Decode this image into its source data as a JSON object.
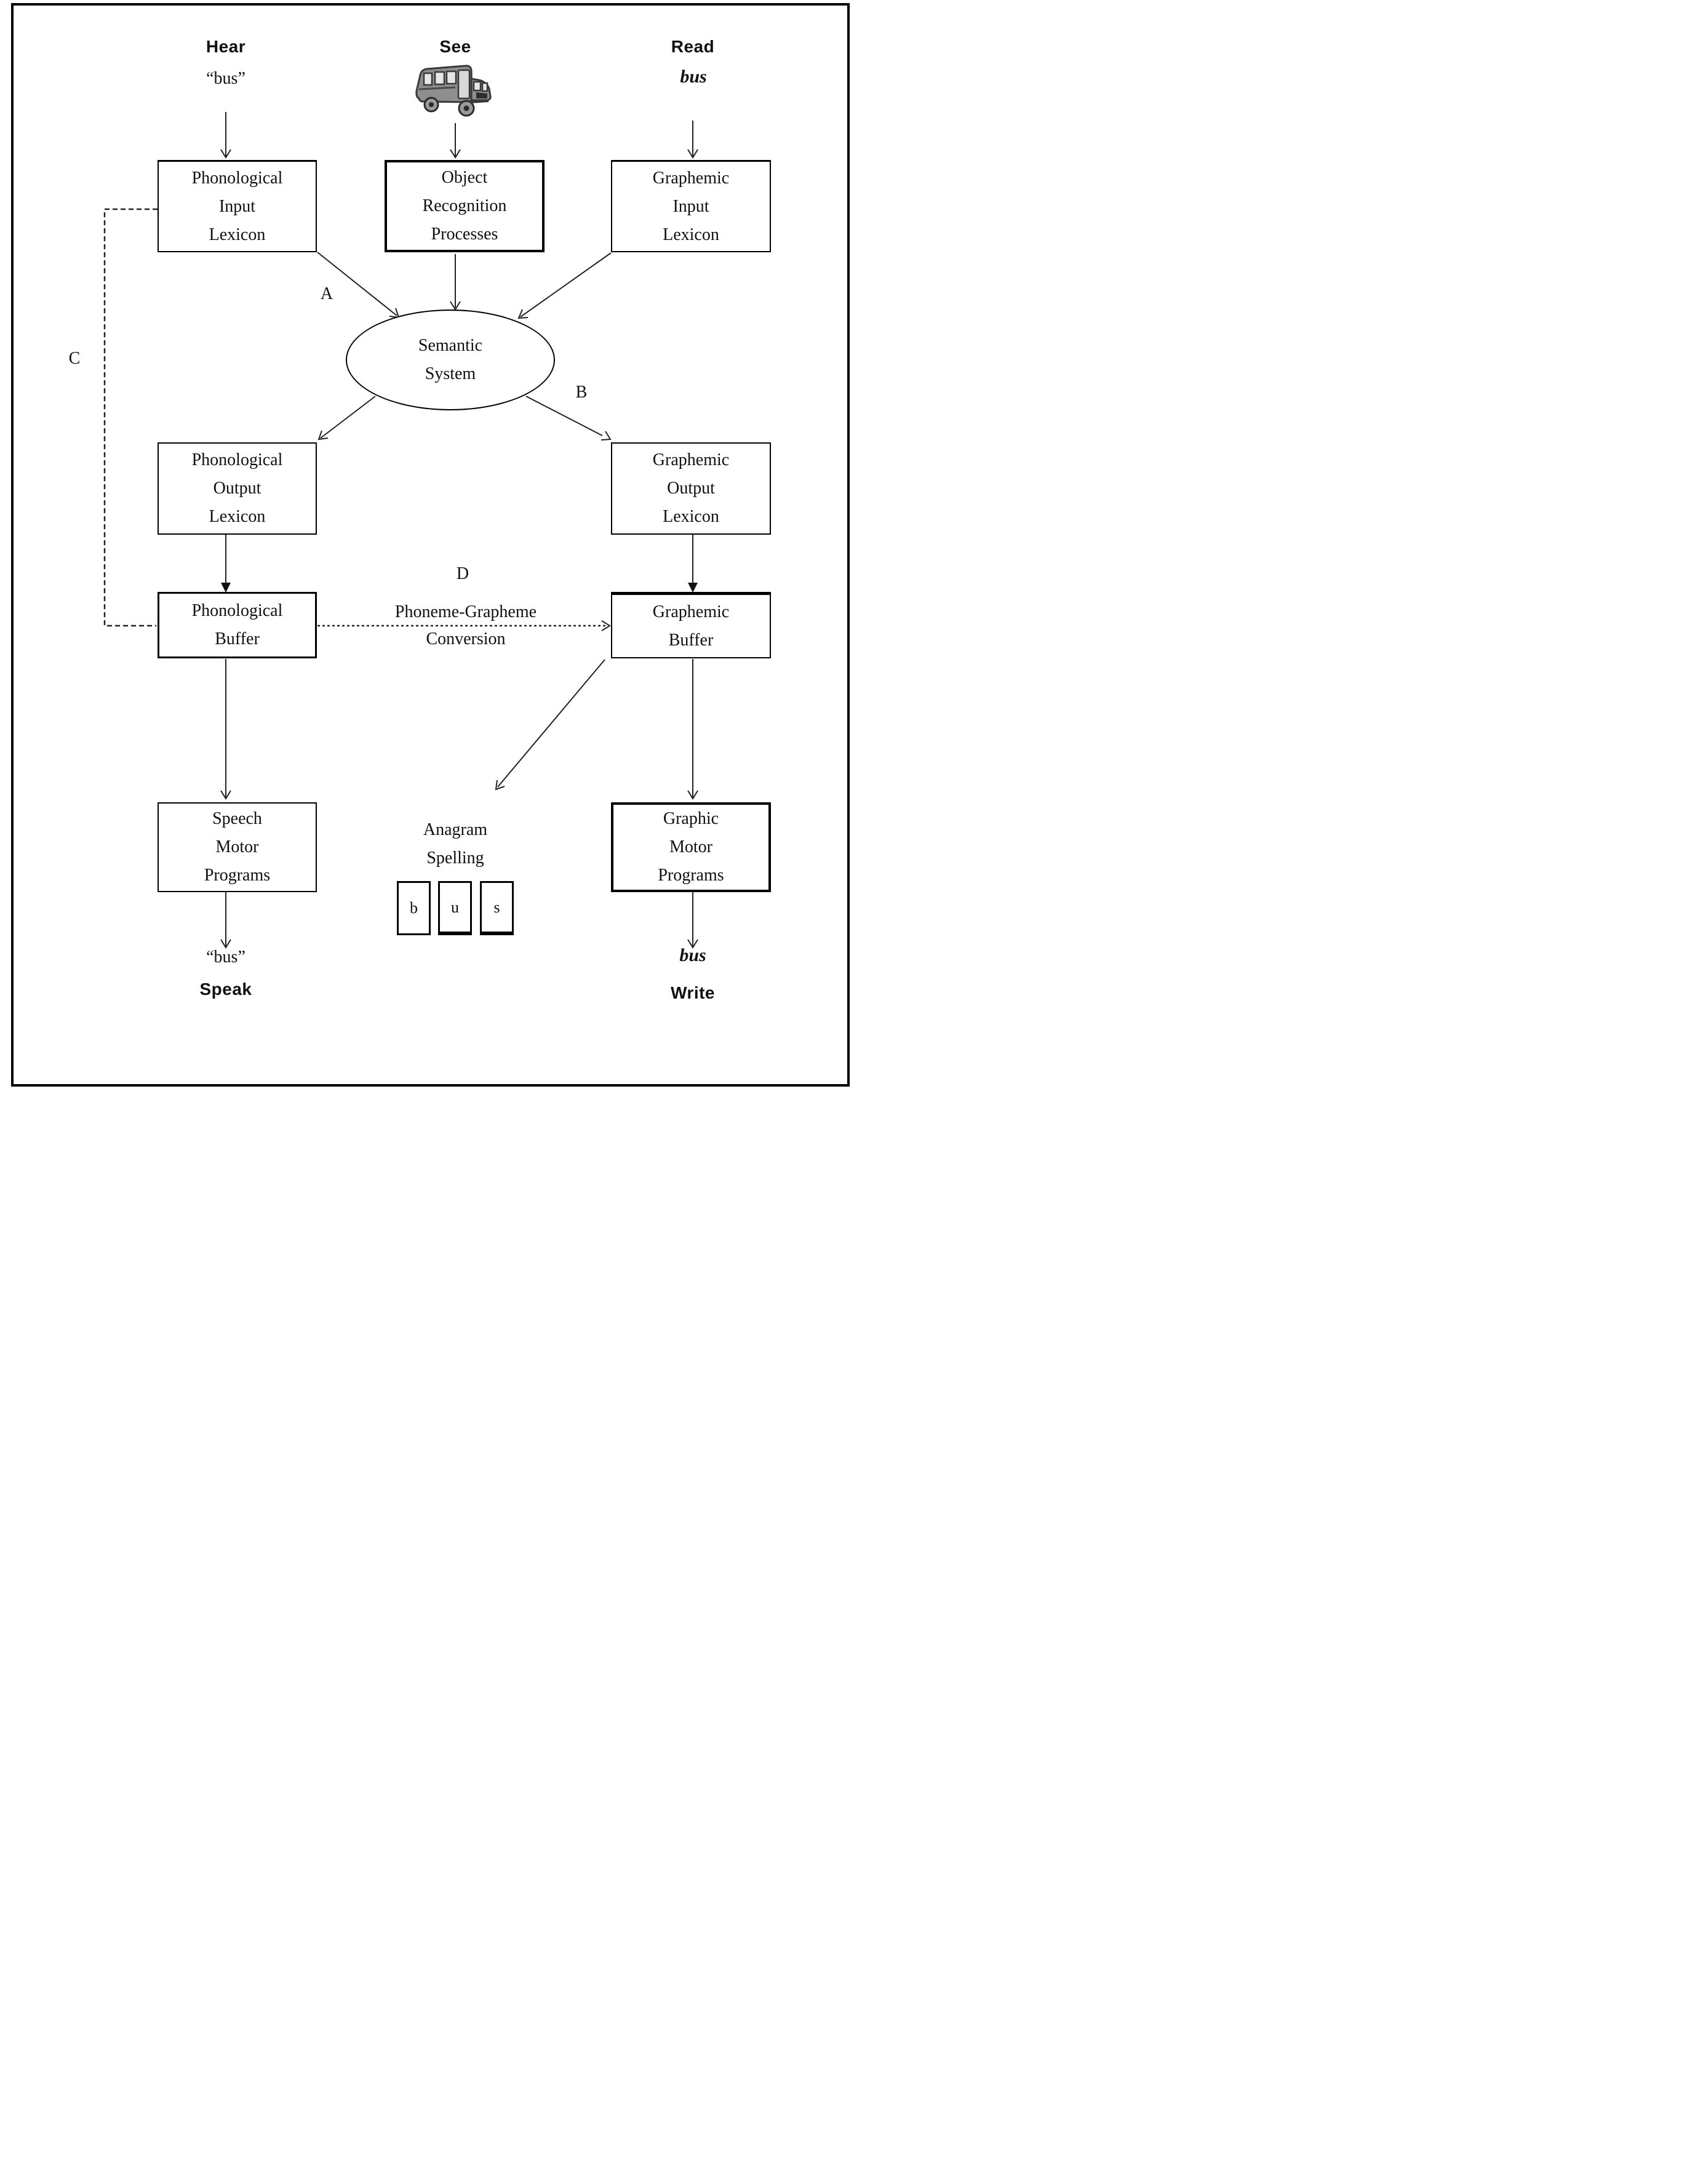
{
  "diagram": {
    "inputs": {
      "hear": {
        "label": "Hear",
        "stimulus": "“bus”"
      },
      "see": {
        "label": "See",
        "icon": "bus-icon"
      },
      "read": {
        "label": "Read",
        "stimulus": "bus"
      }
    },
    "nodes": {
      "phonological_input_lexicon": "Phonological\nInput\nLexicon",
      "object_recognition_processes": "Object\nRecognition\nProcesses",
      "graphemic_input_lexicon": "Graphemic\nInput\nLexicon",
      "semantic_system": "Semantic\nSystem",
      "phonological_output_lexicon": "Phonological\nOutput\nLexicon",
      "graphemic_output_lexicon": "Graphemic\nOutput\nLexicon",
      "phonological_buffer": "Phonological\nBuffer",
      "graphemic_buffer": "Graphemic\nBuffer",
      "speech_motor_programs": "Speech\nMotor\nPrograms",
      "graphic_motor_programs": "Graphic\nMotor\nPrograms",
      "anagram_spelling": "Anagram\nSpelling"
    },
    "path_labels": {
      "a": "A",
      "b": "B",
      "c": "C",
      "d": "D"
    },
    "conversion_route": "Phoneme-Grapheme\nConversion",
    "anagram_tiles": [
      "b",
      "u",
      "s"
    ],
    "outputs": {
      "speak": {
        "result": "“bus”",
        "label": "Speak"
      },
      "write": {
        "result": "bus",
        "label": "Write"
      }
    },
    "colors": {
      "ink": "#111111",
      "line": "#222222",
      "bus_body": "#8e8e8e",
      "bus_window": "#e6e6e6",
      "background": "#ffffff"
    }
  }
}
